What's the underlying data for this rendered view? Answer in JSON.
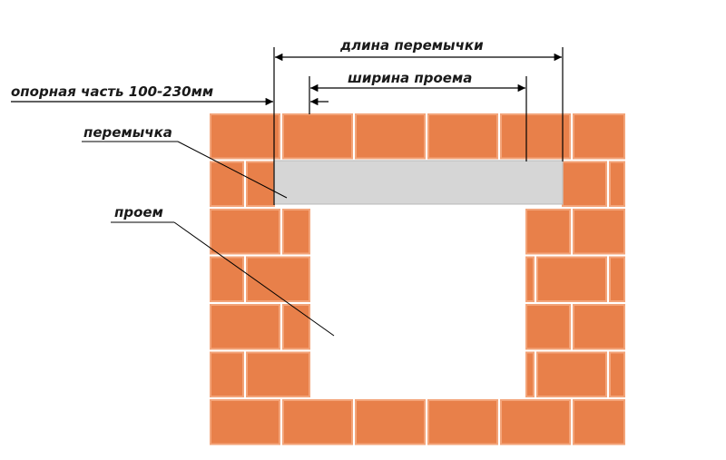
{
  "labels": {
    "lintel_length": "длина перемычки",
    "opening_width": "ширина проема",
    "bearing_part": "опорная часть 100-230мм",
    "lintel": "перемычка",
    "opening": "проем"
  },
  "colors": {
    "brick": "#e8804a",
    "brick_highlight": "#f3a479",
    "mortar": "#ffffff",
    "lintel": "#d6d6d6",
    "line": "#000000"
  }
}
